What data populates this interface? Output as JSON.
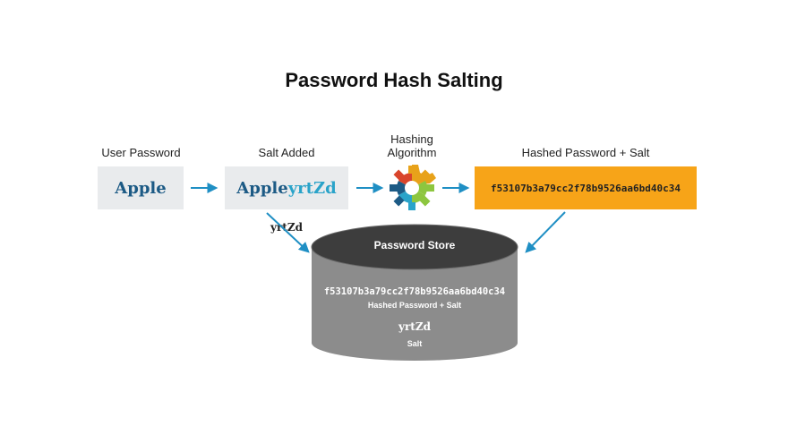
{
  "title": "Password Hash Salting",
  "labels": {
    "user_password": "User Password",
    "salt_added": "Salt Added",
    "hashing_line1": "Hashing",
    "hashing_line2": "Algorithm",
    "hashed_password_salt": "Hashed Password + Salt"
  },
  "boxes": {
    "user_password_value": "Apple",
    "salted_base": "Apple",
    "salted_salt": "yrtZd",
    "hash_value": "f53107b3a79cc2f78b9526aa6bd40c34"
  },
  "salt_arrow_label": "yrtZd",
  "store": {
    "title": "Password Store",
    "hash_value": "f53107b3a79cc2f78b9526aa6bd40c34",
    "hash_caption": "Hashed Password + Salt",
    "salt_value": "yrtZd",
    "salt_caption": "Salt"
  },
  "colors": {
    "arrow": "#1f8fc4",
    "gray_box": "#e9ebed",
    "orange_box": "#f7a418",
    "store_top": "#3d3d3d",
    "store_body": "#8c8c8c",
    "gear_colors": [
      "#e8a21a",
      "#8dc63f",
      "#2aa3c9",
      "#1c5a85",
      "#d9452b"
    ]
  },
  "icons": [
    "arrow-right-icon",
    "gear-icon",
    "arrow-down-icon",
    "database-icon"
  ]
}
